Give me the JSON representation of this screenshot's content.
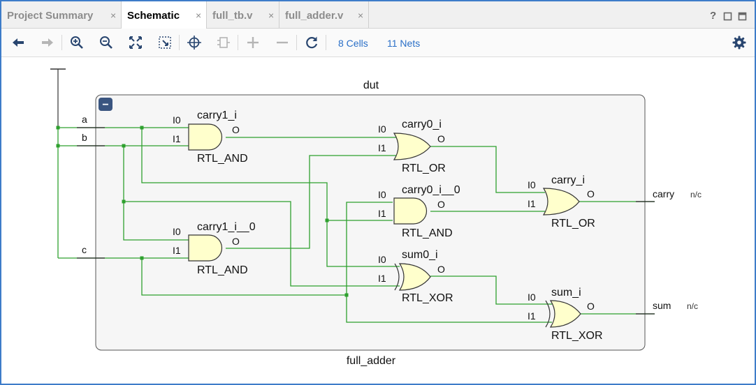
{
  "tabs": [
    {
      "label": "Project Summary",
      "active": false
    },
    {
      "label": "Schematic",
      "active": true
    },
    {
      "label": "full_tb.v",
      "active": false
    },
    {
      "label": "full_adder.v",
      "active": false
    }
  ],
  "tab_close_glyph": "×",
  "window_controls": {
    "help": "?"
  },
  "toolbar": {
    "cells_label": "8 Cells",
    "nets_label": "11 Nets"
  },
  "colors": {
    "wire": "#2ea02e",
    "gate_fill": "#ffffcc",
    "module_fill": "#f6f6f6",
    "collapse_button": "#3a5580",
    "accent": "#3d7cc9",
    "link": "#2a6fc7"
  },
  "schematic": {
    "module_instance": "dut",
    "module_type": "full_adder",
    "collapse_glyph": "−",
    "inputs": [
      "a",
      "b",
      "c"
    ],
    "outputs": [
      {
        "name": "carry",
        "status": "n/c"
      },
      {
        "name": "sum",
        "status": "n/c"
      }
    ],
    "cells": [
      {
        "name": "carry1_i",
        "type": "RTL_AND",
        "pins": [
          "I0",
          "I1",
          "O"
        ]
      },
      {
        "name": "carry1_i__0",
        "type": "RTL_AND",
        "pins": [
          "I0",
          "I1",
          "O"
        ]
      },
      {
        "name": "carry0_i",
        "type": "RTL_OR",
        "pins": [
          "I0",
          "I1",
          "O"
        ]
      },
      {
        "name": "carry0_i__0",
        "type": "RTL_AND",
        "pins": [
          "I0",
          "I1",
          "O"
        ]
      },
      {
        "name": "sum0_i",
        "type": "RTL_XOR",
        "pins": [
          "I0",
          "I1",
          "O"
        ]
      },
      {
        "name": "carry_i",
        "type": "RTL_OR",
        "pins": [
          "I0",
          "I1",
          "O"
        ]
      },
      {
        "name": "sum_i",
        "type": "RTL_XOR",
        "pins": [
          "I0",
          "I1",
          "O"
        ]
      }
    ]
  }
}
